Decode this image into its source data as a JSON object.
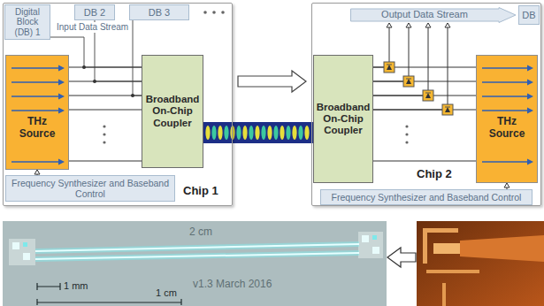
{
  "diagram": {
    "nodes": [
      {
        "text": [
          "Chip 1"
        ]
      },
      {
        "text": [
          "Digital Block (DB) 1"
        ],
        "in": 0
      },
      {
        "text": [
          "DB 2"
        ],
        "in": 0
      },
      {
        "text": [
          "DB 3"
        ],
        "in": 0
      },
      {
        "text": [
          "THz Source"
        ],
        "in": 0
      },
      {
        "text": [
          "Broadband On-Chip Coupler"
        ],
        "in": 0
      },
      {
        "text": [
          "Frequency Synthesizer and Baseband Control"
        ],
        "in": 0
      },
      {
        "text": [
          "Chip 2"
        ]
      },
      {
        "text": [
          "Output Data Stream"
        ],
        "in": 7
      },
      {
        "text": [
          "DB"
        ],
        "in": 7
      },
      {
        "text": [
          "Broadband On-Chip Coupler"
        ],
        "in": 7
      },
      {
        "text": [
          "THz Source"
        ],
        "in": 7
      },
      {
        "text": [
          "Frequency Synthesizer and Baseband Control"
        ],
        "in": 7
      }
    ],
    "edges": [
      {
        "from": 0,
        "to": 7,
        "arrow": "to"
      },
      {
        "from": 1,
        "to": 5,
        "arrow": "none"
      },
      {
        "from": 2,
        "to": 5,
        "arrow": "none"
      },
      {
        "from": 3,
        "to": 5,
        "arrow": "none"
      },
      {
        "from": 4,
        "to": 5,
        "arrow": "none"
      },
      {
        "from": 6,
        "to": 4,
        "arrow": "to"
      },
      {
        "from": 5,
        "to": 10,
        "arrow": "none"
      },
      {
        "from": 10,
        "to": 11,
        "arrow": "none"
      },
      {
        "from": 10,
        "to": 8,
        "arrow": "to"
      },
      {
        "from": 12,
        "to": 11,
        "arrow": "to"
      }
    ],
    "labels": [
      "Input Data Stream",
      "2 cm",
      "v1.3 March 2016",
      "1 mm",
      "1 cm"
    ]
  }
}
